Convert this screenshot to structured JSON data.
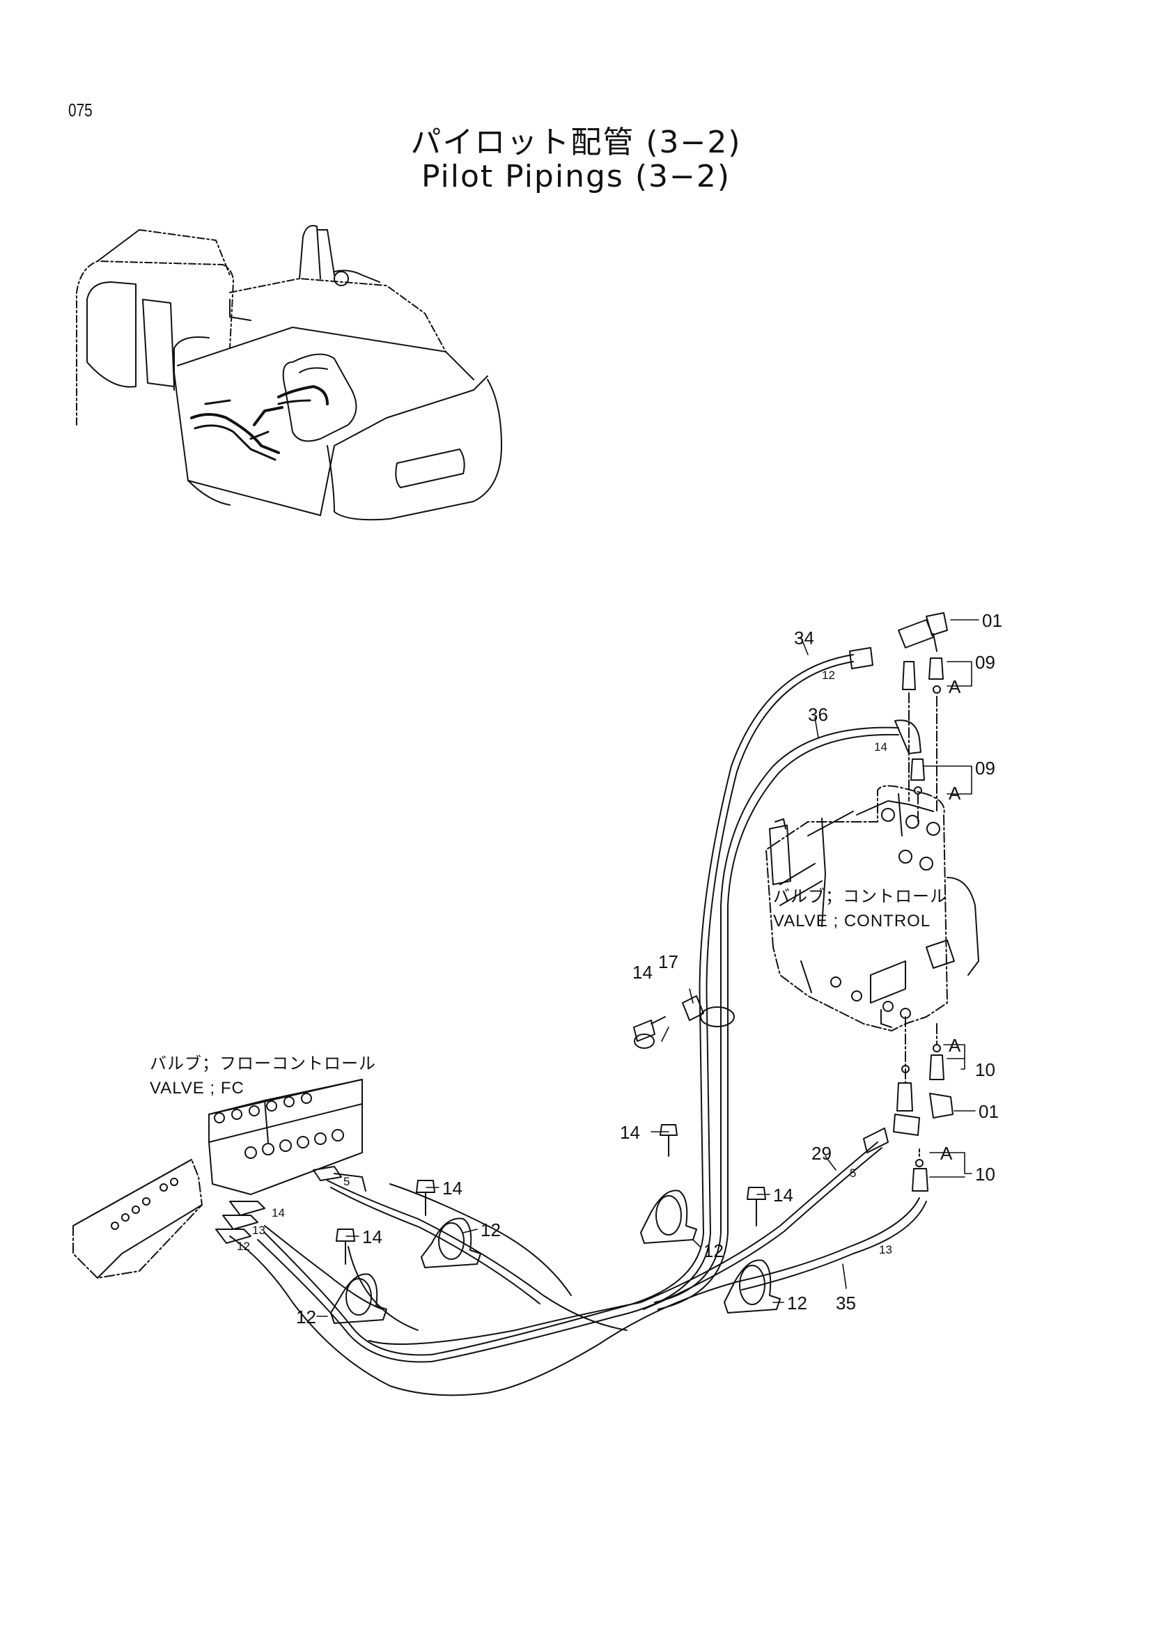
{
  "page": {
    "number": "075",
    "title_ja": "パイロット配管 (3−2)",
    "title_en": "Pilot Pipings (3−2)"
  },
  "components": {
    "control_valve_ja": "バルブ；コントロール",
    "control_valve_en": "VALVE ; CONTROL",
    "fc_valve_ja": "バルブ；フローコントロール",
    "fc_valve_en": "VALVE ; FC"
  },
  "callouts": {
    "p01a": "01",
    "p01b": "01",
    "p09a": "09",
    "p09b": "09",
    "p10a": "10",
    "p10b": "10",
    "p34": "34",
    "p36": "36",
    "p29": "29",
    "p35": "35",
    "p14a": "14",
    "p17": "17",
    "p14b": "14",
    "p14c": "14",
    "p14d": "14",
    "p14e": "14",
    "p12a": "12",
    "p12b": "12",
    "p12c": "12",
    "p12d": "12",
    "A1": "A",
    "A2": "A",
    "A3": "A",
    "A4": "A"
  },
  "hose_tags": {
    "h12top": "12",
    "h14top": "14",
    "h5right": "5",
    "h13right": "13",
    "h5left": "5",
    "h14left": "14",
    "h13left": "13",
    "h12left": "12"
  }
}
